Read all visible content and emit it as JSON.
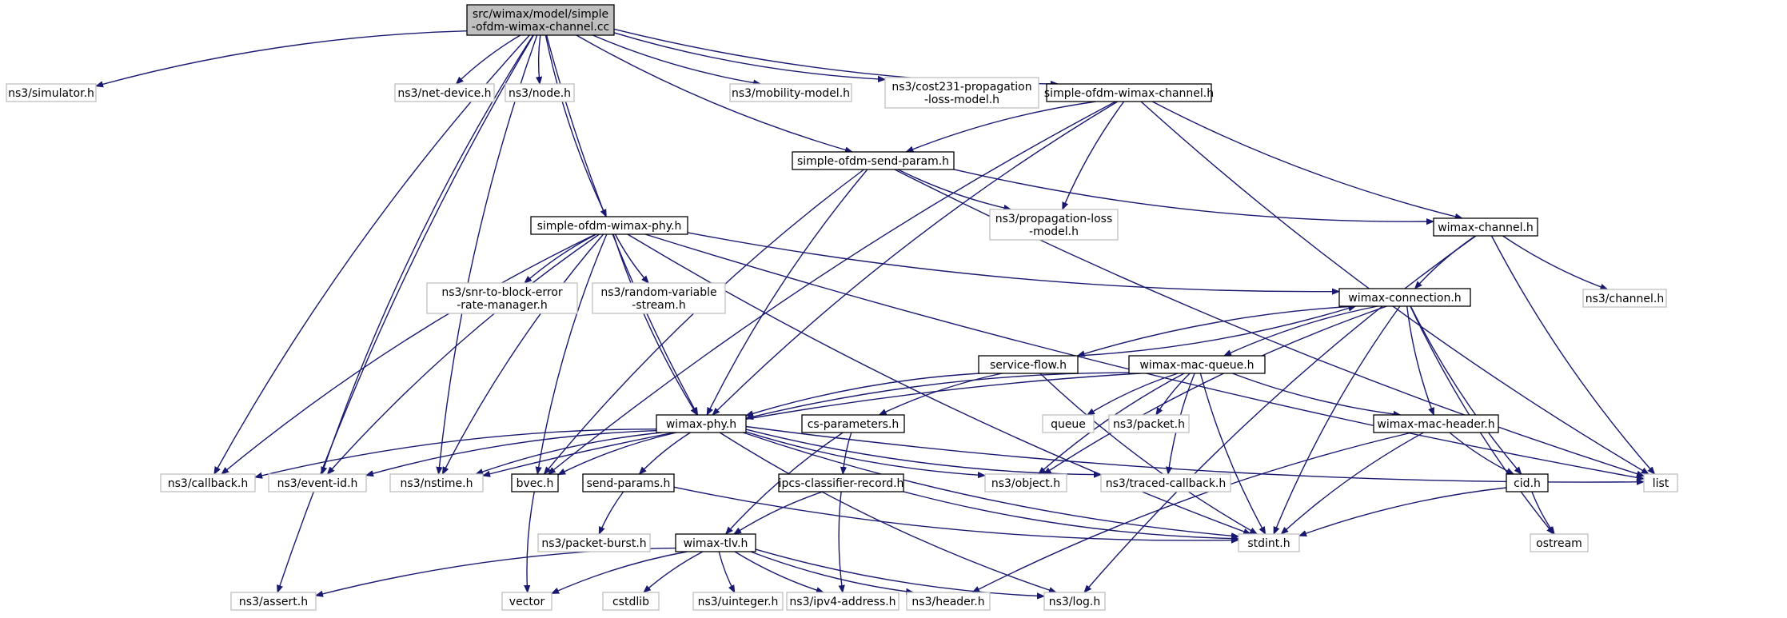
{
  "colors": {
    "edge": "#191970",
    "documented_border": "#000000",
    "external_border": "#bfbfbf",
    "root_fill": "#bfbfbf"
  },
  "nodes": [
    {
      "id": "root",
      "lines": [
        "src/wimax/model/simple",
        "-ofdm-wimax-channel.cc"
      ],
      "kind": "root"
    },
    {
      "id": "simulator",
      "lines": [
        "ns3/simulator.h"
      ],
      "kind": "external"
    },
    {
      "id": "netdevice",
      "lines": [
        "ns3/net-device.h"
      ],
      "kind": "external"
    },
    {
      "id": "node",
      "lines": [
        "ns3/node.h"
      ],
      "kind": "external"
    },
    {
      "id": "mobility",
      "lines": [
        "ns3/mobility-model.h"
      ],
      "kind": "external"
    },
    {
      "id": "cost231",
      "lines": [
        "ns3/cost231-propagation",
        "-loss-model.h"
      ],
      "kind": "external"
    },
    {
      "id": "sowc",
      "lines": [
        "simple-ofdm-wimax-channel.h"
      ],
      "kind": "documented"
    },
    {
      "id": "sosp",
      "lines": [
        "simple-ofdm-send-param.h"
      ],
      "kind": "documented"
    },
    {
      "id": "proploss",
      "lines": [
        "ns3/propagation-loss",
        "-model.h"
      ],
      "kind": "external"
    },
    {
      "id": "wchan",
      "lines": [
        "wimax-channel.h"
      ],
      "kind": "documented"
    },
    {
      "id": "sowp",
      "lines": [
        "simple-ofdm-wimax-phy.h"
      ],
      "kind": "documented"
    },
    {
      "id": "snr",
      "lines": [
        "ns3/snr-to-block-error",
        "-rate-manager.h"
      ],
      "kind": "external"
    },
    {
      "id": "rvs",
      "lines": [
        "ns3/random-variable",
        "-stream.h"
      ],
      "kind": "external"
    },
    {
      "id": "channel",
      "lines": [
        "ns3/channel.h"
      ],
      "kind": "external"
    },
    {
      "id": "wconn",
      "lines": [
        "wimax-connection.h"
      ],
      "kind": "documented"
    },
    {
      "id": "sflow",
      "lines": [
        "service-flow.h"
      ],
      "kind": "documented"
    },
    {
      "id": "wmq",
      "lines": [
        "wimax-mac-queue.h"
      ],
      "kind": "documented"
    },
    {
      "id": "wphy",
      "lines": [
        "wimax-phy.h"
      ],
      "kind": "documented"
    },
    {
      "id": "csparam",
      "lines": [
        "cs-parameters.h"
      ],
      "kind": "documented"
    },
    {
      "id": "queue",
      "lines": [
        "queue"
      ],
      "kind": "external"
    },
    {
      "id": "packet",
      "lines": [
        "ns3/packet.h"
      ],
      "kind": "external"
    },
    {
      "id": "wmh",
      "lines": [
        "wimax-mac-header.h"
      ],
      "kind": "documented"
    },
    {
      "id": "callback",
      "lines": [
        "ns3/callback.h"
      ],
      "kind": "external"
    },
    {
      "id": "eventid",
      "lines": [
        "ns3/event-id.h"
      ],
      "kind": "external"
    },
    {
      "id": "nstime",
      "lines": [
        "ns3/nstime.h"
      ],
      "kind": "external"
    },
    {
      "id": "bvec",
      "lines": [
        "bvec.h"
      ],
      "kind": "documented"
    },
    {
      "id": "sendparams",
      "lines": [
        "send-params.h"
      ],
      "kind": "documented"
    },
    {
      "id": "object",
      "lines": [
        "ns3/object.h"
      ],
      "kind": "external"
    },
    {
      "id": "tcb",
      "lines": [
        "ns3/traced-callback.h"
      ],
      "kind": "external"
    },
    {
      "id": "ipcs",
      "lines": [
        "ipcs-classifier-record.h"
      ],
      "kind": "documented"
    },
    {
      "id": "cid",
      "lines": [
        "cid.h"
      ],
      "kind": "documented"
    },
    {
      "id": "list",
      "lines": [
        "list"
      ],
      "kind": "external"
    },
    {
      "id": "pburst",
      "lines": [
        "ns3/packet-burst.h"
      ],
      "kind": "external"
    },
    {
      "id": "stdint",
      "lines": [
        "stdint.h"
      ],
      "kind": "external"
    },
    {
      "id": "ostream",
      "lines": [
        "ostream"
      ],
      "kind": "external"
    },
    {
      "id": "wtlv",
      "lines": [
        "wimax-tlv.h"
      ],
      "kind": "documented"
    },
    {
      "id": "assert",
      "lines": [
        "ns3/assert.h"
      ],
      "kind": "external"
    },
    {
      "id": "vector",
      "lines": [
        "vector"
      ],
      "kind": "external"
    },
    {
      "id": "cstdlib",
      "lines": [
        "cstdlib"
      ],
      "kind": "external"
    },
    {
      "id": "uinteger",
      "lines": [
        "ns3/uinteger.h"
      ],
      "kind": "external"
    },
    {
      "id": "ipv4",
      "lines": [
        "ns3/ipv4-address.h"
      ],
      "kind": "external"
    },
    {
      "id": "header",
      "lines": [
        "ns3/header.h"
      ],
      "kind": "external"
    },
    {
      "id": "log",
      "lines": [
        "ns3/log.h"
      ],
      "kind": "external"
    }
  ],
  "edges": [
    [
      "root",
      "simulator"
    ],
    [
      "root",
      "netdevice"
    ],
    [
      "root",
      "node"
    ],
    [
      "root",
      "mobility"
    ],
    [
      "root",
      "cost231"
    ],
    [
      "root",
      "sowc"
    ],
    [
      "root",
      "sosp"
    ],
    [
      "root",
      "sowp"
    ],
    [
      "root",
      "wphy"
    ],
    [
      "root",
      "callback"
    ],
    [
      "root",
      "eventid"
    ],
    [
      "root",
      "nstime"
    ],
    [
      "root",
      "assert"
    ],
    [
      "sowc",
      "sosp"
    ],
    [
      "sowc",
      "proploss"
    ],
    [
      "sowc",
      "wchan"
    ],
    [
      "sowc",
      "wphy"
    ],
    [
      "sowc",
      "bvec"
    ],
    [
      "sowc",
      "list"
    ],
    [
      "sosp",
      "proploss"
    ],
    [
      "sosp",
      "wchan"
    ],
    [
      "sosp",
      "wphy"
    ],
    [
      "sosp",
      "bvec"
    ],
    [
      "sosp",
      "list"
    ],
    [
      "wchan",
      "wconn"
    ],
    [
      "wchan",
      "channel"
    ],
    [
      "wchan",
      "list"
    ],
    [
      "wchan",
      "log"
    ],
    [
      "sowp",
      "snr"
    ],
    [
      "sowp",
      "rvs"
    ],
    [
      "sowp",
      "wconn"
    ],
    [
      "sowp",
      "wphy"
    ],
    [
      "sowp",
      "callback"
    ],
    [
      "sowp",
      "eventid"
    ],
    [
      "sowp",
      "nstime"
    ],
    [
      "sowp",
      "bvec"
    ],
    [
      "sowp",
      "list"
    ],
    [
      "sowp",
      "stdint"
    ],
    [
      "wconn",
      "sflow"
    ],
    [
      "wconn",
      "wmq"
    ],
    [
      "wconn",
      "wmh"
    ],
    [
      "wconn",
      "object"
    ],
    [
      "wconn",
      "cid"
    ],
    [
      "wconn",
      "stdint"
    ],
    [
      "wconn",
      "ostream"
    ],
    [
      "sflow",
      "wconn"
    ],
    [
      "sflow",
      "wphy"
    ],
    [
      "sflow",
      "csparam"
    ],
    [
      "sflow",
      "stdint"
    ],
    [
      "wmq",
      "wphy"
    ],
    [
      "wmq",
      "nstime"
    ],
    [
      "wmq",
      "queue"
    ],
    [
      "wmq",
      "packet"
    ],
    [
      "wmq",
      "wmh"
    ],
    [
      "wmq",
      "object"
    ],
    [
      "wmq",
      "tcb"
    ],
    [
      "wmq",
      "stdint"
    ],
    [
      "wmh",
      "cid"
    ],
    [
      "wmh",
      "stdint"
    ],
    [
      "wmh",
      "header"
    ],
    [
      "wphy",
      "callback"
    ],
    [
      "wphy",
      "eventid"
    ],
    [
      "wphy",
      "nstime"
    ],
    [
      "wphy",
      "bvec"
    ],
    [
      "wphy",
      "sendparams"
    ],
    [
      "wphy",
      "object"
    ],
    [
      "wphy",
      "tcb"
    ],
    [
      "wphy",
      "list"
    ],
    [
      "wphy",
      "stdint"
    ],
    [
      "wphy",
      "log"
    ],
    [
      "csparam",
      "ipcs"
    ],
    [
      "csparam",
      "wtlv"
    ],
    [
      "ipcs",
      "wtlv"
    ],
    [
      "ipcs",
      "ipv4"
    ],
    [
      "ipcs",
      "stdint"
    ],
    [
      "bvec",
      "vector"
    ],
    [
      "sendparams",
      "pburst"
    ],
    [
      "sendparams",
      "stdint"
    ],
    [
      "cid",
      "stdint"
    ],
    [
      "cid",
      "ostream"
    ],
    [
      "wtlv",
      "assert"
    ],
    [
      "wtlv",
      "vector"
    ],
    [
      "wtlv",
      "cstdlib"
    ],
    [
      "wtlv",
      "uinteger"
    ],
    [
      "wtlv",
      "ipv4"
    ],
    [
      "wtlv",
      "header"
    ],
    [
      "wtlv",
      "log"
    ]
  ]
}
